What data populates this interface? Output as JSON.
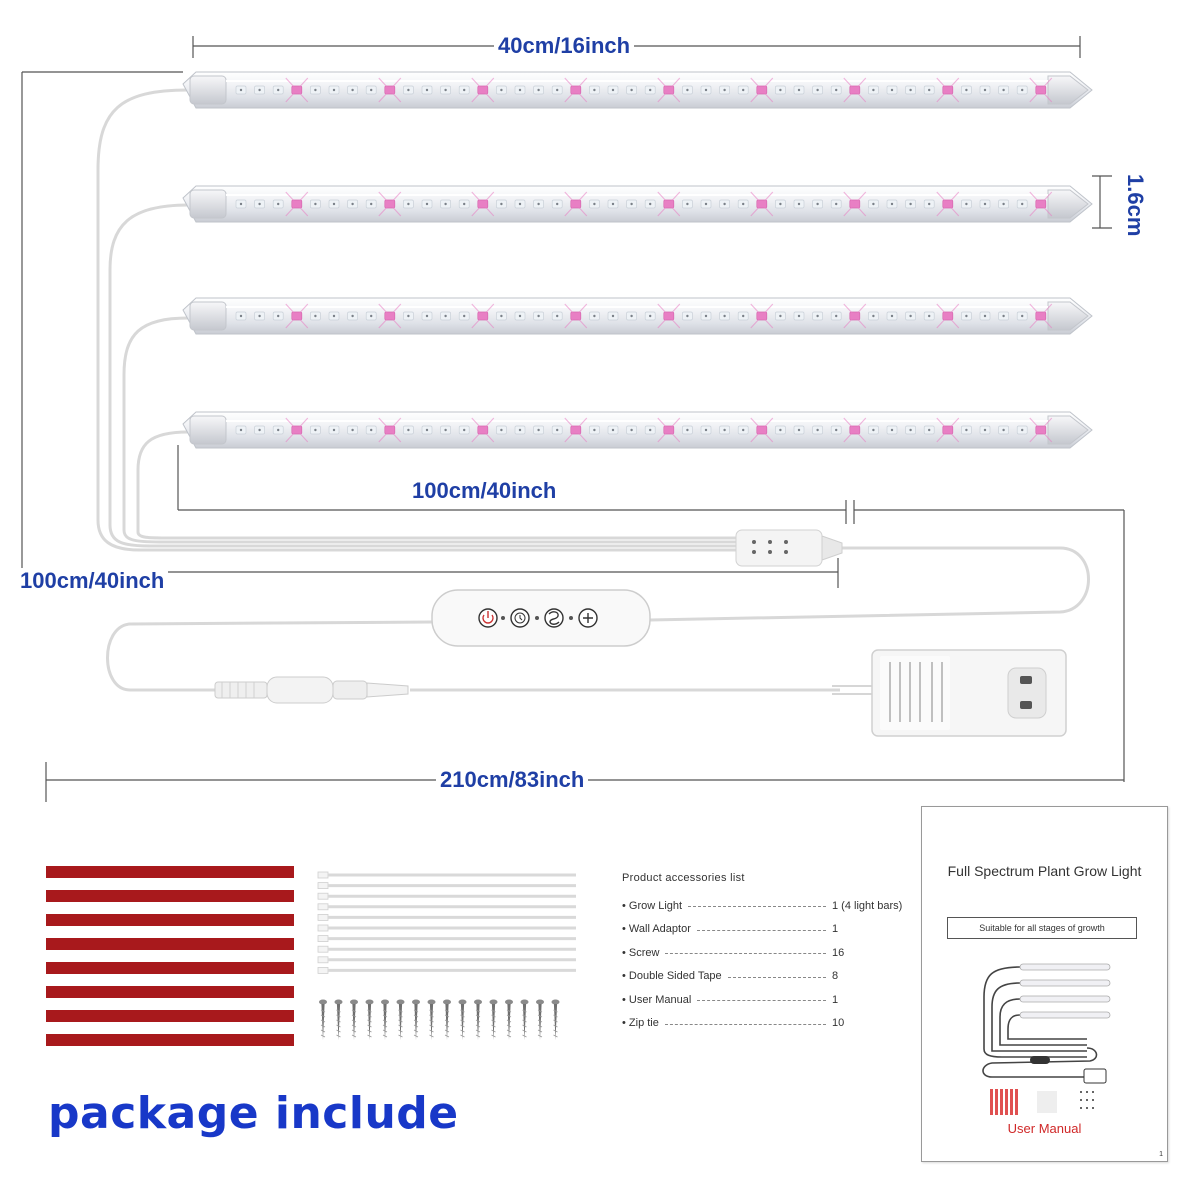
{
  "dimensions": {
    "bar_length": "40cm/16inch",
    "bar_height": "1.6cm",
    "cable_to_splitter": "100cm/40inch",
    "splitter_cable": "100cm/40inch",
    "total_length": "210cm/83inch"
  },
  "package_title": "package include",
  "accessories": {
    "title": "Product accessories list",
    "items": [
      {
        "name": "Grow Light",
        "qty": "1 (4 light bars)"
      },
      {
        "name": "Wall Adaptor",
        "qty": "1"
      },
      {
        "name": "Screw",
        "qty": "16"
      },
      {
        "name": "Double Sided Tape",
        "qty": "8"
      },
      {
        "name": "User Manual",
        "qty": "1"
      },
      {
        "name": "Zip tie",
        "qty": "10"
      }
    ]
  },
  "manual": {
    "title": "Full Spectrum Plant Grow Light",
    "subtitle": "Suitable for all stages of growth",
    "footer": "User Manual",
    "page": "1"
  },
  "colors": {
    "dimension_text": "#1f3fa5",
    "package_title": "#1838c8",
    "led_pink": "#e87fc4",
    "tape_red": "#a8191c",
    "manual_footer": "#d02828"
  },
  "icons": [
    "power-icon",
    "timer-icon",
    "mode-icon",
    "brightness-icon",
    "plug-icon"
  ]
}
